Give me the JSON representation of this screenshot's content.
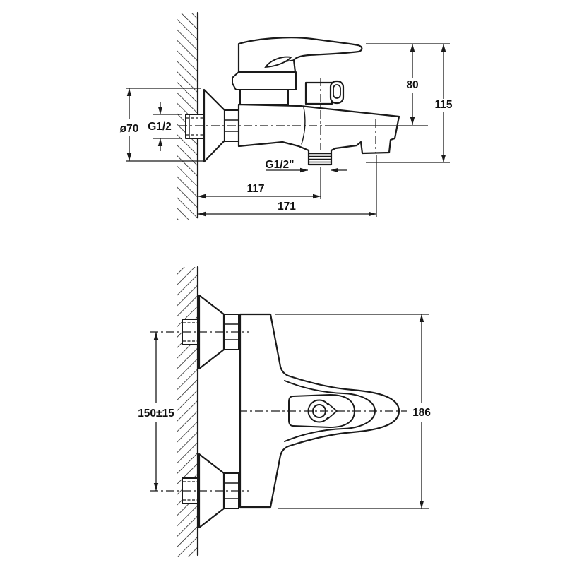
{
  "drawing": {
    "background": "#ffffff",
    "line_color": "#1a1a1a",
    "views": [
      "side-elevation",
      "plan-view"
    ]
  },
  "side_view": {
    "dims": {
      "flange_diameter": "ø70",
      "inlet_thread": "G1/2",
      "shower_thread": "G1/2\"",
      "top_to_spout_axis": "80",
      "overall_height": "115",
      "wall_to_shower_outlet": "117",
      "wall_to_spout_outlet": "171"
    }
  },
  "plan_view": {
    "dims": {
      "mounting_centers": "150±15",
      "overall_width": "186"
    }
  }
}
